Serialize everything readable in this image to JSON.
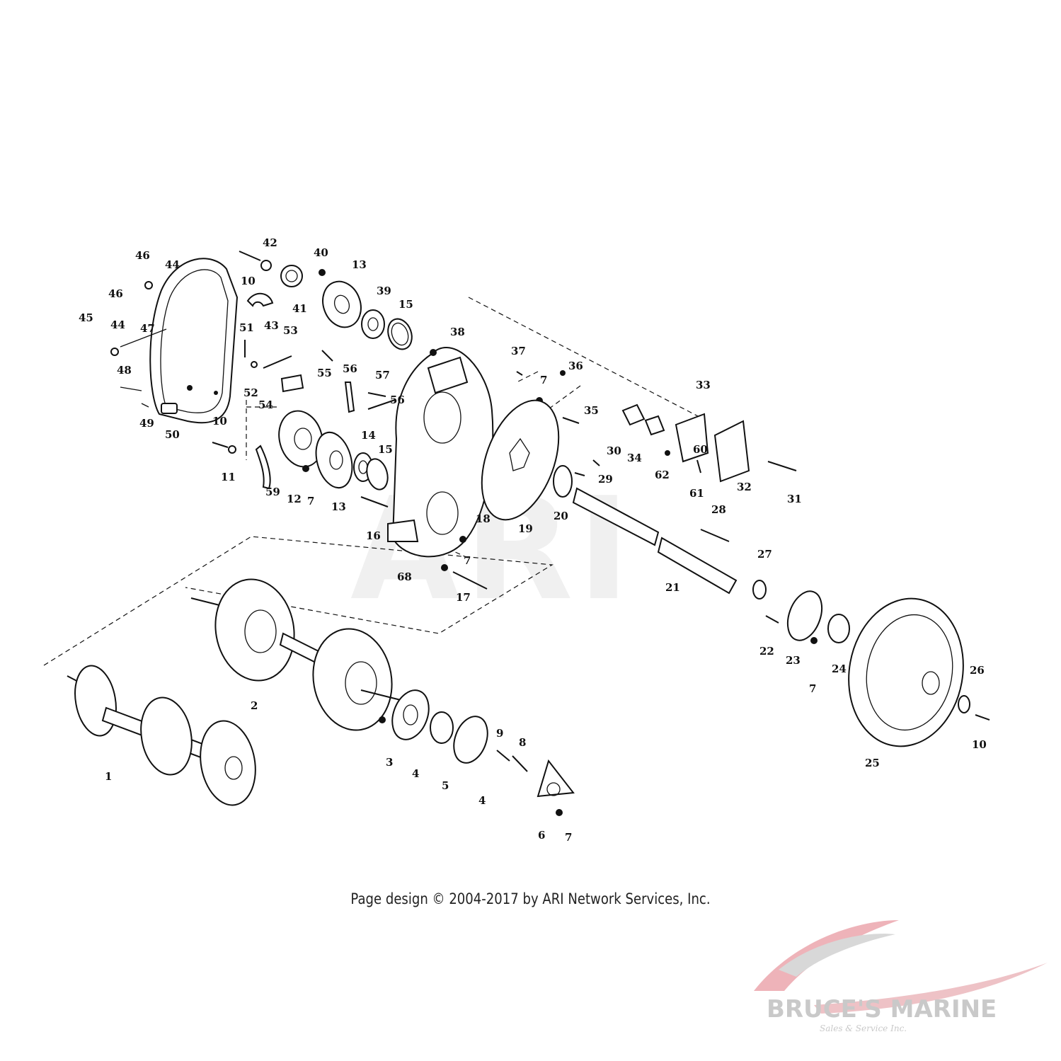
{
  "watermark": {
    "text": "ARI"
  },
  "callouts": [
    {
      "id": "c46a",
      "text": "46"
    },
    {
      "id": "c44a",
      "text": "44"
    },
    {
      "id": "c46b",
      "text": "46"
    },
    {
      "id": "c45",
      "text": "45"
    },
    {
      "id": "c44b",
      "text": "44"
    },
    {
      "id": "c47",
      "text": "47"
    },
    {
      "id": "c48",
      "text": "48"
    },
    {
      "id": "c49",
      "text": "49"
    },
    {
      "id": "c50",
      "text": "50"
    },
    {
      "id": "c42",
      "text": "42"
    },
    {
      "id": "c10a",
      "text": "10"
    },
    {
      "id": "c43",
      "text": "43"
    },
    {
      "id": "c41",
      "text": "41"
    },
    {
      "id": "c40",
      "text": "40"
    },
    {
      "id": "c13a",
      "text": "13"
    },
    {
      "id": "c39",
      "text": "39"
    },
    {
      "id": "c15a",
      "text": "15"
    },
    {
      "id": "c51",
      "text": "51"
    },
    {
      "id": "c53",
      "text": "53"
    },
    {
      "id": "c52",
      "text": "52"
    },
    {
      "id": "c54",
      "text": "54"
    },
    {
      "id": "c55",
      "text": "55"
    },
    {
      "id": "c56a",
      "text": "56"
    },
    {
      "id": "c57",
      "text": "57"
    },
    {
      "id": "c56b",
      "text": "56"
    },
    {
      "id": "c38",
      "text": "38"
    },
    {
      "id": "c37",
      "text": "37"
    },
    {
      "id": "c7a",
      "text": "7"
    },
    {
      "id": "c36",
      "text": "36"
    },
    {
      "id": "c35",
      "text": "35"
    },
    {
      "id": "c33",
      "text": "33"
    },
    {
      "id": "c10b",
      "text": "10"
    },
    {
      "id": "c11",
      "text": "11"
    },
    {
      "id": "c59",
      "text": "59"
    },
    {
      "id": "c12",
      "text": "12"
    },
    {
      "id": "c7b",
      "text": "7"
    },
    {
      "id": "c13b",
      "text": "13"
    },
    {
      "id": "c14",
      "text": "14"
    },
    {
      "id": "c15b",
      "text": "15"
    },
    {
      "id": "c16",
      "text": "16"
    },
    {
      "id": "c18",
      "text": "18"
    },
    {
      "id": "c19",
      "text": "19"
    },
    {
      "id": "c20",
      "text": "20"
    },
    {
      "id": "c29",
      "text": "29"
    },
    {
      "id": "c30",
      "text": "30"
    },
    {
      "id": "c34",
      "text": "34"
    },
    {
      "id": "c62",
      "text": "62"
    },
    {
      "id": "c60",
      "text": "60"
    },
    {
      "id": "c61",
      "text": "61"
    },
    {
      "id": "c32",
      "text": "32"
    },
    {
      "id": "c31",
      "text": "31"
    },
    {
      "id": "c28",
      "text": "28"
    },
    {
      "id": "c7c",
      "text": "7"
    },
    {
      "id": "c68",
      "text": "68"
    },
    {
      "id": "c17",
      "text": "17"
    },
    {
      "id": "c21",
      "text": "21"
    },
    {
      "id": "c27",
      "text": "27"
    },
    {
      "id": "c22",
      "text": "22"
    },
    {
      "id": "c23",
      "text": "23"
    },
    {
      "id": "c7d",
      "text": "7"
    },
    {
      "id": "c24",
      "text": "24"
    },
    {
      "id": "c26",
      "text": "26"
    },
    {
      "id": "c10c",
      "text": "10"
    },
    {
      "id": "c25",
      "text": "25"
    },
    {
      "id": "c2",
      "text": "2"
    },
    {
      "id": "c1",
      "text": "1"
    },
    {
      "id": "c3",
      "text": "3"
    },
    {
      "id": "c4a",
      "text": "4"
    },
    {
      "id": "c5",
      "text": "5"
    },
    {
      "id": "c9",
      "text": "9"
    },
    {
      "id": "c8",
      "text": "8"
    },
    {
      "id": "c4b",
      "text": "4"
    },
    {
      "id": "c6",
      "text": "6"
    },
    {
      "id": "c7e",
      "text": "7"
    }
  ],
  "copyright": "Page design © 2004-2017 by ARI Network Services, Inc.",
  "logo": {
    "name": "BRUCE'S MARINE",
    "tagline": "Sales & Service Inc.",
    "colors": {
      "accent": "#e9a9b0",
      "gray": "#cfcfcf"
    }
  }
}
